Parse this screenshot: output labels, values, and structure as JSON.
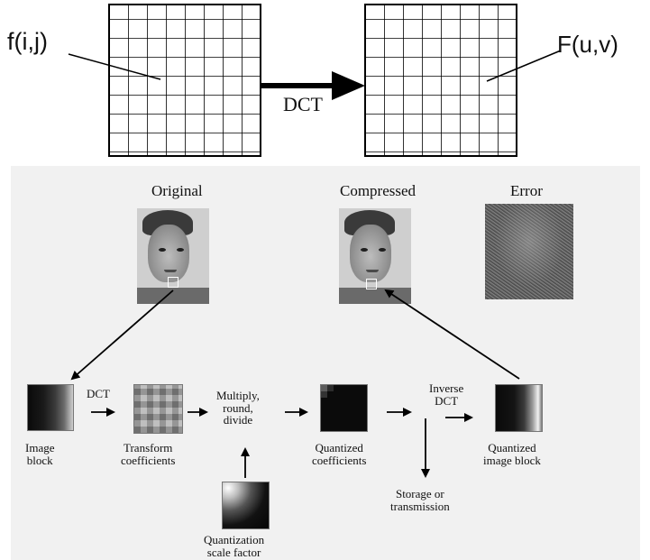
{
  "top": {
    "left_label": "f(i,j)",
    "right_label": "F(u,v)",
    "arrow_label": "DCT"
  },
  "images": {
    "original": "Original",
    "compressed": "Compressed",
    "error": "Error"
  },
  "pipeline": {
    "image_block": [
      "Image",
      "block"
    ],
    "dct": "DCT",
    "transform_coefficients": [
      "Transform",
      "coefficients"
    ],
    "multiply": [
      "Multiply,",
      "round,",
      "divide"
    ],
    "quantized_coefficients": [
      "Quantized",
      "coefficients"
    ],
    "inverse_dct": [
      "Inverse",
      "DCT"
    ],
    "quantized_image_block": [
      "Quantized",
      "image block"
    ],
    "storage": [
      "Storage or",
      "transmission"
    ],
    "quantization": [
      "Quantization",
      "scale factor"
    ]
  }
}
